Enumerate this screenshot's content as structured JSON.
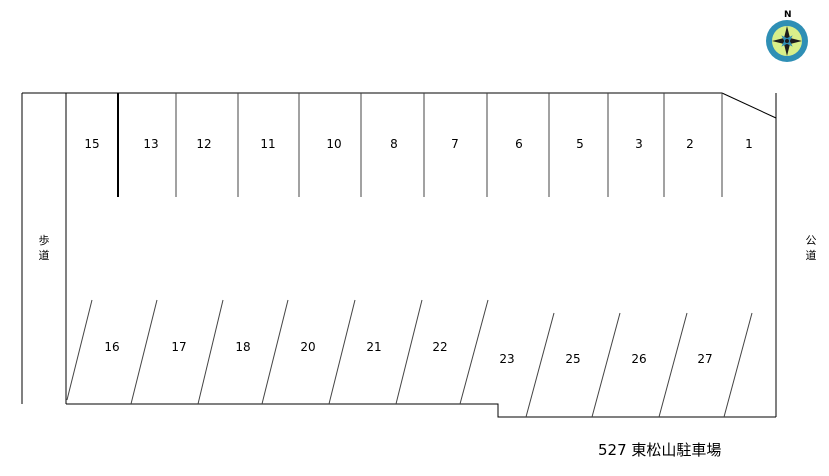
{
  "compass": {
    "north_label": "N",
    "icon": "compass-rose-icon",
    "colors": {
      "ring": "#2f8fb5",
      "face": "#d9ef8a",
      "needle": "#1d1d1d"
    }
  },
  "side_labels": {
    "left": [
      "歩",
      "道"
    ],
    "right": [
      "公",
      "道"
    ]
  },
  "top_row": [
    "15",
    "13",
    "12",
    "11",
    "10",
    "8",
    "7",
    "6",
    "5",
    "3",
    "2",
    "1"
  ],
  "bottom_row": [
    "16",
    "17",
    "18",
    "20",
    "21",
    "22",
    "23",
    "25",
    "26",
    "27"
  ],
  "caption": "527  東松山駐車場"
}
